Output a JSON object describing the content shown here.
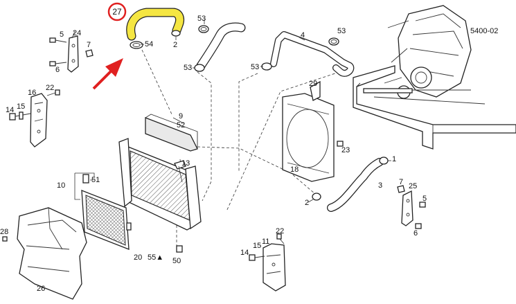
{
  "reference_code": "5400-02",
  "highlight_part": {
    "label": "27",
    "color": "#f5e642",
    "circle_color": "#e02020"
  },
  "arrow_color": "#e02020",
  "labels": {
    "l24": "24",
    "l5a": "5",
    "l7a": "7",
    "l6a": "6",
    "l54": "54",
    "l2a": "2",
    "l53a": "53",
    "l53b": "53",
    "l53c": "53",
    "l53d": "53",
    "l4": "4",
    "l16": "16",
    "l22a": "22",
    "l14a": "14",
    "l15a": "15",
    "l9": "9",
    "l52": "52",
    "l29": "29",
    "l23": "23",
    "l18": "18",
    "l13": "13",
    "l1": "1",
    "l3": "3",
    "l2b": "2",
    "l10": "10",
    "l51": "51",
    "l7b": "7",
    "l25": "25",
    "l5b": "5",
    "l6b": "6",
    "l28": "28",
    "l26": "26",
    "l20": "20",
    "l55": "55▲",
    "l50": "50",
    "l22b": "22",
    "l11": "11",
    "l15b": "15",
    "l14b": "14"
  }
}
